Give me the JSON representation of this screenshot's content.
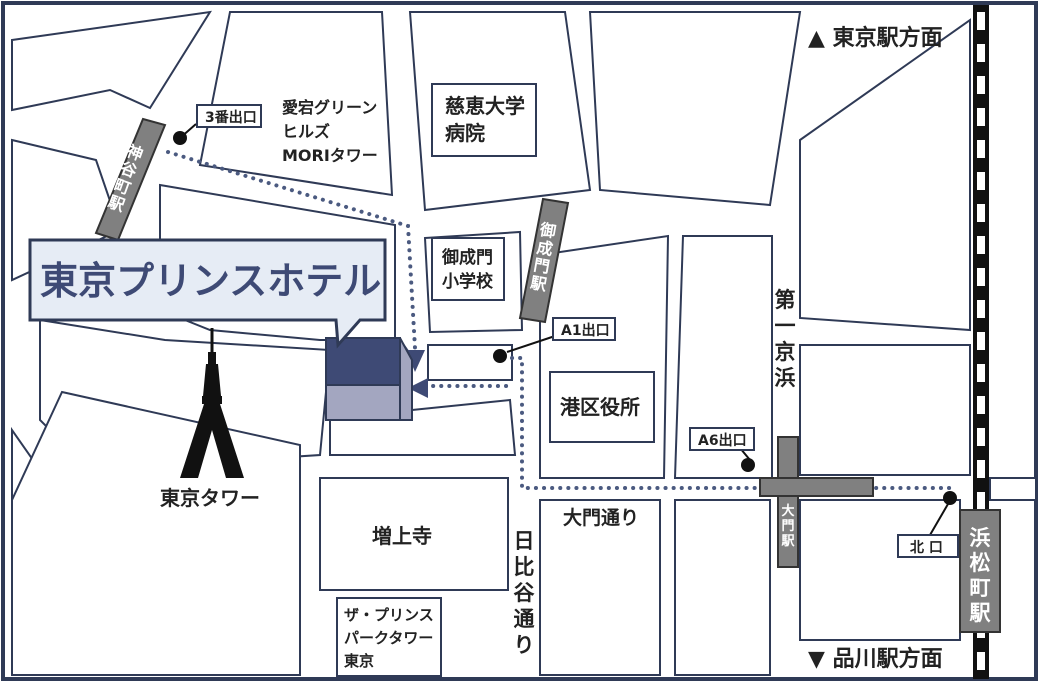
{
  "map": {
    "direction_north": "▲ 東京駅方面",
    "direction_south": "▼ 品川駅方面",
    "hotel_callout": "東京プリンスホテル",
    "landmarks": {
      "atago_green_hills": [
        "愛宕グリーン",
        "ヒルズ",
        "MORIタワー"
      ],
      "jikei_hospital": [
        "慈恵大学",
        "病院"
      ],
      "onarimon_school": [
        "御成門",
        "小学校"
      ],
      "minato_ward_office": "港区役所",
      "zojoji": "増上寺",
      "tokyo_tower": "東京タワー",
      "prince_park_tower": [
        "ザ・プリンス",
        "パークタワー",
        "東京"
      ]
    },
    "exits": {
      "exit3": "3番出口",
      "exitA1": "A1出口",
      "exitA6": "A6出口",
      "north_exit": "北 口"
    },
    "stations": {
      "kamiyacho": "神谷町駅",
      "onarimon": "御成門駅",
      "daimon": "大門駅",
      "hamamatsucho": "浜松町駅"
    },
    "streets": {
      "daiichi_keihin": "第一京浜",
      "daimon_dori": "大門通り",
      "hibiya_dori": "日比谷通り"
    },
    "colors": {
      "frame": "#2f3a56",
      "hotel_dark": "#3e4a75",
      "hotel_light": "#a3a6c0",
      "station": "#808080",
      "route_dots": "#4b5a80",
      "callout_bg": "#e6ecf5"
    }
  }
}
